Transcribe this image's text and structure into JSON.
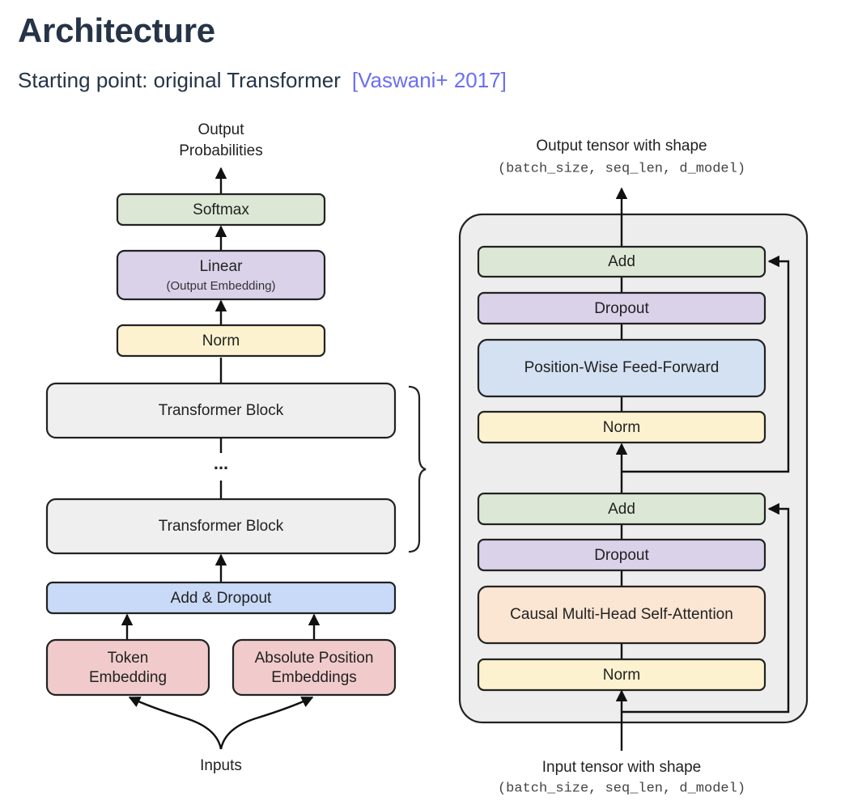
{
  "page": {
    "title": "Architecture",
    "subtitle": "Starting point: original Transformer",
    "citation": "[Vaswani+ 2017]"
  },
  "colors": {
    "title_text": "#253447",
    "citation_link": "#6b6ff2",
    "softmax_add_green": "#dce8d5",
    "linear_dropout_purple": "#d9d2e9",
    "norm_yellow": "#fdf2cf",
    "block_gray": "#efefef",
    "add_dropout_blue": "#c9daf8",
    "embedding_red": "#f1cbcb",
    "ffn_blue": "#d3e1f2",
    "attention_orange": "#fbe5d3",
    "container_gray": "#ededed"
  },
  "left_diagram": {
    "output_label_line1": "Output",
    "output_label_line2": "Probabilities",
    "softmax": "Softmax",
    "linear": "Linear",
    "linear_sub": "(Output Embedding)",
    "norm": "Norm",
    "block_top": "Transformer Block",
    "ellipsis": "...",
    "block_bottom": "Transformer Block",
    "add_dropout": "Add & Dropout",
    "token_emb_line1": "Token",
    "token_emb_line2": "Embedding",
    "pos_emb_line1": "Absolute Position",
    "pos_emb_line2": "Embeddings",
    "inputs": "Inputs"
  },
  "right_diagram": {
    "output_label": "Output tensor with shape",
    "output_shape": "(batch_size, seq_len, d_model)",
    "add_top": "Add",
    "dropout_top": "Dropout",
    "ffn": "Position-Wise Feed-Forward",
    "norm_top": "Norm",
    "add_bottom": "Add",
    "dropout_bottom": "Dropout",
    "attention": "Causal Multi-Head Self-Attention",
    "norm_bottom": "Norm",
    "input_label": "Input tensor with shape",
    "input_shape": "(batch_size, seq_len, d_model)"
  }
}
